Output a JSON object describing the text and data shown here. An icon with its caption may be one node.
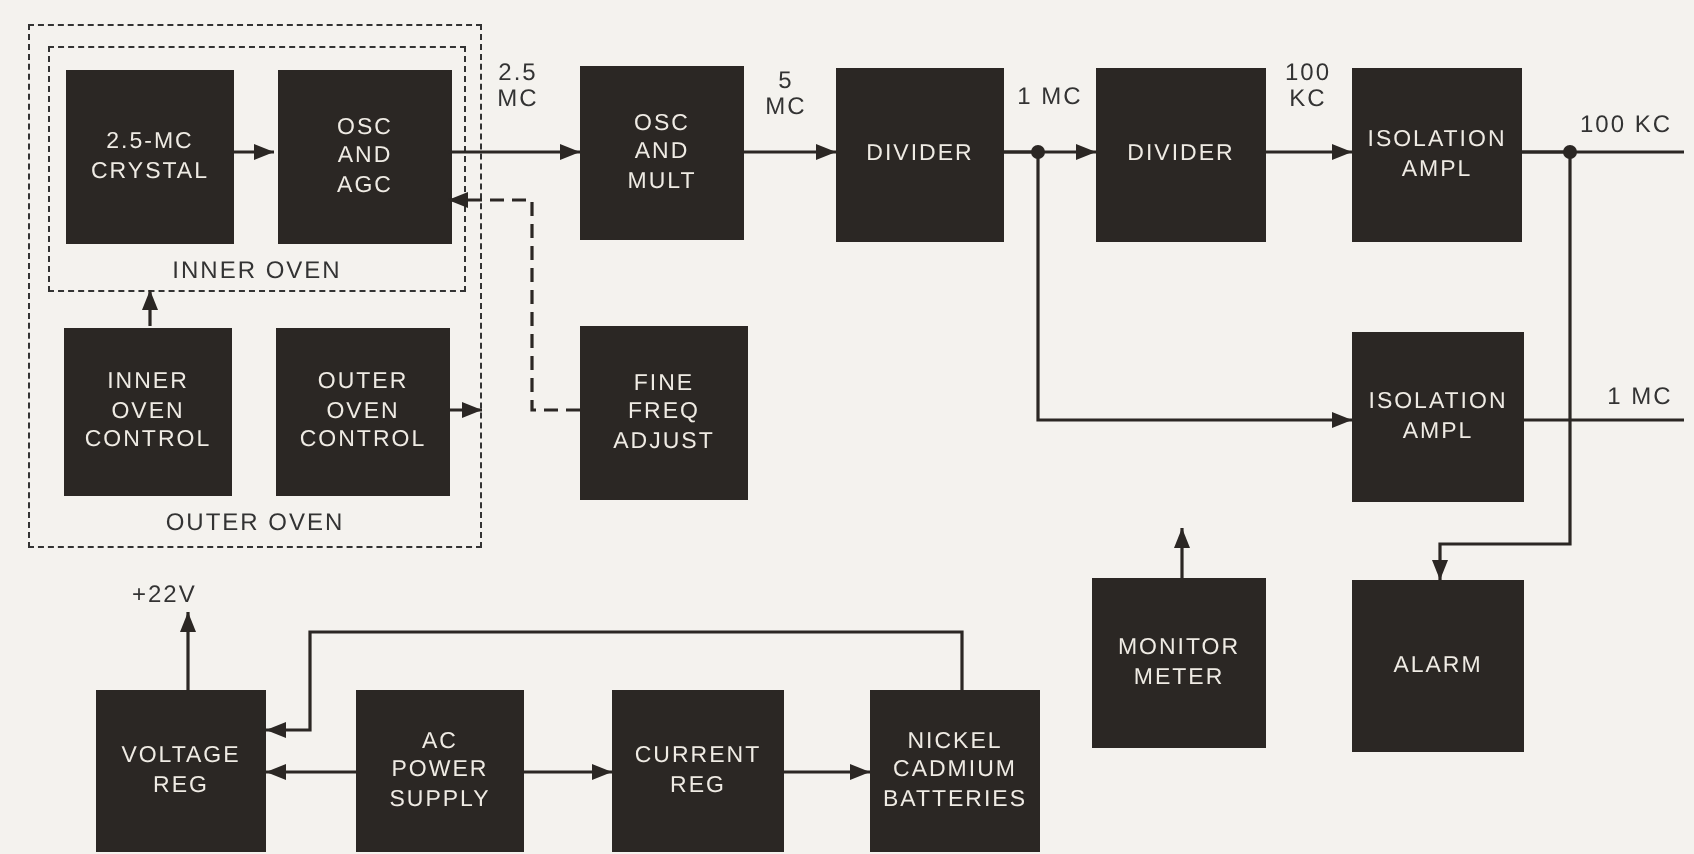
{
  "diagram": {
    "nodes": [
      {
        "text": [
          "OUTER OVEN"
        ]
      },
      {
        "text": [
          "INNER OVEN"
        ],
        "in": 0
      },
      {
        "text": [
          "2.5-MC CRYSTAL"
        ],
        "in": 1
      },
      {
        "text": [
          "OSC AND AGC"
        ],
        "in": 1
      },
      {
        "text": [
          "INNER OVEN CONTROL"
        ],
        "in": 0
      },
      {
        "text": [
          "OUTER OVEN CONTROL"
        ],
        "in": 0
      },
      {
        "text": [
          "OSC AND MULT"
        ]
      },
      {
        "text": [
          "FINE FREQ ADJUST"
        ]
      },
      {
        "text": [
          "DIVIDER"
        ]
      },
      {
        "text": [
          "DIVIDER"
        ]
      },
      {
        "text": [
          "ISOLATION AMPL"
        ]
      },
      {
        "text": [
          "ISOLATION AMPL"
        ]
      },
      {
        "text": [
          "MONITOR METER"
        ]
      },
      {
        "text": [
          "ALARM"
        ]
      },
      {
        "text": [
          "VOLTAGE REG"
        ]
      },
      {
        "text": [
          "AC POWER SUPPLY"
        ]
      },
      {
        "text": [
          "CURRENT REG"
        ]
      },
      {
        "text": [
          "NICKEL CADMIUM BATTERIES"
        ]
      },
      {
        "text": [
          "+22V"
        ]
      }
    ],
    "edges": [
      {
        "from": 2,
        "to": 3,
        "arrow": "to"
      },
      {
        "from": 3,
        "to": 6,
        "arrow": "to",
        "label": "2.5 MC"
      },
      {
        "from": 7,
        "to": 3,
        "arrow": "to",
        "style": "dashed"
      },
      {
        "from": 4,
        "to": 1,
        "arrow": "to"
      },
      {
        "from": 5,
        "to": 0,
        "arrow": "to"
      },
      {
        "from": 6,
        "to": 8,
        "arrow": "to",
        "label": "5 MC"
      },
      {
        "from": 8,
        "to": 9,
        "arrow": "to",
        "label": "1 MC"
      },
      {
        "from": 8,
        "to": 11,
        "arrow": "to"
      },
      {
        "from": 9,
        "to": 10,
        "arrow": "to",
        "label": "100 KC"
      },
      {
        "from": 10,
        "to": null,
        "arrow": "none",
        "label": "100 KC"
      },
      {
        "from": 10,
        "to": 13,
        "arrow": "to"
      },
      {
        "from": 11,
        "to": null,
        "arrow": "none",
        "label": "1 MC"
      },
      {
        "from": 12,
        "to": null,
        "arrow": "to"
      },
      {
        "from": 14,
        "to": 18,
        "arrow": "to"
      },
      {
        "from": 15,
        "to": 14,
        "arrow": "to"
      },
      {
        "from": 15,
        "to": 16,
        "arrow": "to"
      },
      {
        "from": 16,
        "to": 17,
        "arrow": "to"
      },
      {
        "from": 17,
        "to": 14,
        "arrow": "to"
      }
    ]
  }
}
